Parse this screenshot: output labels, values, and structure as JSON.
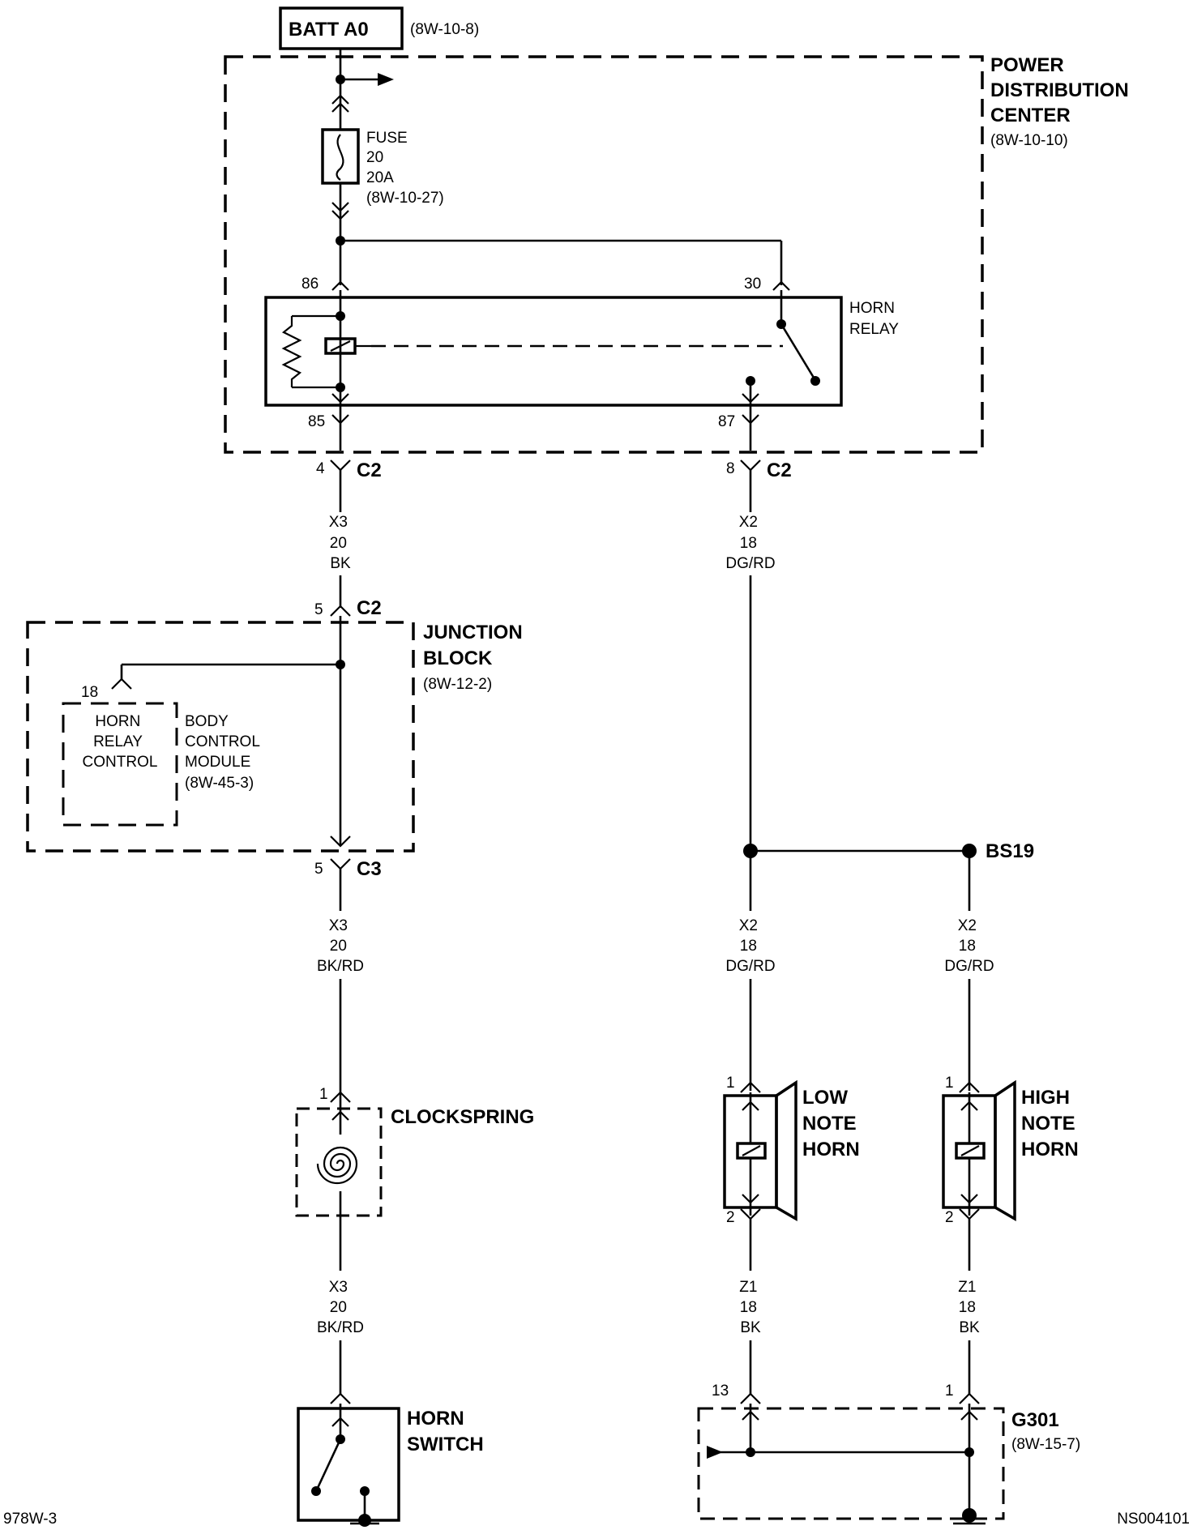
{
  "batt": {
    "label": "BATT A0",
    "ref": "(8W-10-8)"
  },
  "pdc": {
    "title_lines": [
      "POWER",
      "DISTRIBUTION",
      "CENTER"
    ],
    "ref": "(8W-10-10)"
  },
  "fuse": {
    "lines": [
      "FUSE",
      "20",
      "20A",
      "(8W-10-27)"
    ]
  },
  "horn_relay": {
    "lines": [
      "HORN",
      "RELAY"
    ],
    "pin_86": "86",
    "pin_30": "30",
    "pin_85": "85",
    "pin_87": "87"
  },
  "conn_left_pdc": {
    "pin": "4",
    "name": "C2"
  },
  "conn_right_pdc": {
    "pin": "8",
    "name": "C2"
  },
  "wire_x3_bk": {
    "lines": [
      "X3",
      "20",
      "BK"
    ]
  },
  "wire_x2_top": {
    "lines": [
      "X2",
      "18",
      "DG/RD"
    ]
  },
  "conn_jb_top": {
    "pin": "5",
    "name": "C2"
  },
  "junction_block": {
    "title_lines": [
      "JUNCTION",
      "BLOCK"
    ],
    "ref": "(8W-12-2)"
  },
  "bcm": {
    "pin": "18",
    "inner_lines": [
      "HORN",
      "RELAY",
      "CONTROL"
    ],
    "label_lines": [
      "BODY",
      "CONTROL",
      "MODULE",
      "(8W-45-3)"
    ]
  },
  "conn_jb_bottom": {
    "pin": "5",
    "name": "C3"
  },
  "wire_x3_bkrd_1": {
    "lines": [
      "X3",
      "20",
      "BK/RD"
    ]
  },
  "splice": {
    "name": "BS19"
  },
  "wire_x2_low": {
    "lines": [
      "X2",
      "18",
      "DG/RD"
    ]
  },
  "wire_x2_high": {
    "lines": [
      "X2",
      "18",
      "DG/RD"
    ]
  },
  "clockspring": {
    "pin": "1",
    "label": "CLOCKSPRING"
  },
  "low_horn": {
    "pin_top": "1",
    "pin_bottom": "2",
    "lines": [
      "LOW",
      "NOTE",
      "HORN"
    ]
  },
  "high_horn": {
    "pin_top": "1",
    "pin_bottom": "2",
    "lines": [
      "HIGH",
      "NOTE",
      "HORN"
    ]
  },
  "wire_x3_bkrd_2": {
    "lines": [
      "X3",
      "20",
      "BK/RD"
    ]
  },
  "wire_z1_low": {
    "lines": [
      "Z1",
      "18",
      "BK"
    ]
  },
  "wire_z1_high": {
    "lines": [
      "Z1",
      "18",
      "BK"
    ]
  },
  "horn_switch": {
    "lines": [
      "HORN",
      "SWITCH"
    ]
  },
  "ground": {
    "pin_left": "13",
    "pin_right": "1",
    "name": "G301",
    "ref": "(8W-15-7)"
  },
  "footer": {
    "left_code": "978W-3",
    "right_code": "NS004101"
  }
}
